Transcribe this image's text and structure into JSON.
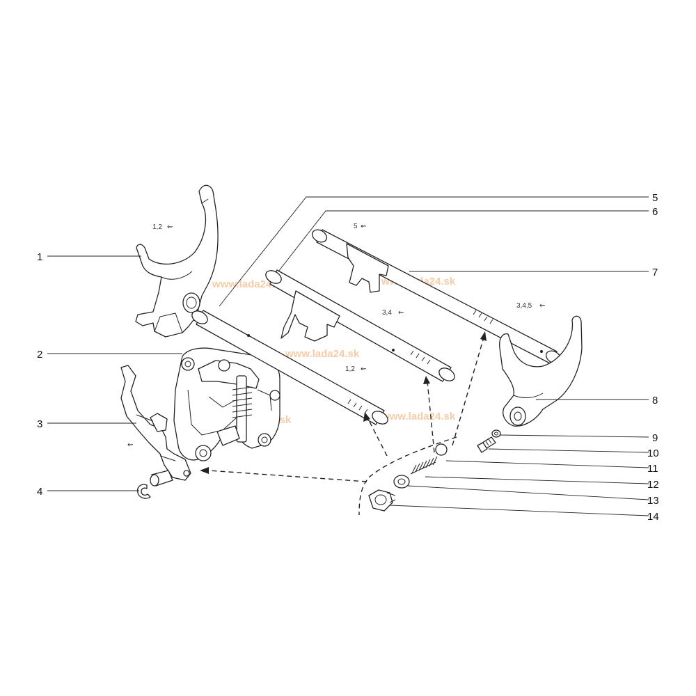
{
  "callouts": [
    {
      "id": "1",
      "label": "1"
    },
    {
      "id": "2",
      "label": "2"
    },
    {
      "id": "3",
      "label": "3"
    },
    {
      "id": "4",
      "label": "4"
    },
    {
      "id": "5",
      "label": "5"
    },
    {
      "id": "6",
      "label": "6"
    },
    {
      "id": "7",
      "label": "7"
    },
    {
      "id": "8",
      "label": "8"
    },
    {
      "id": "9",
      "label": "9"
    },
    {
      "id": "10",
      "label": "10"
    },
    {
      "id": "11",
      "label": "11"
    },
    {
      "id": "12",
      "label": "12"
    },
    {
      "id": "13",
      "label": "13"
    },
    {
      "id": "14",
      "label": "14"
    }
  ],
  "gear_notes": {
    "fork_1": "1,2",
    "rod_7": "5",
    "fork_8": "3,4,5",
    "rod_6": "3,4",
    "rod_5": "1,2"
  },
  "watermark": {
    "text": "www.lada24.sk",
    "color": "#f5c49a"
  },
  "car_icon": "car-icon"
}
